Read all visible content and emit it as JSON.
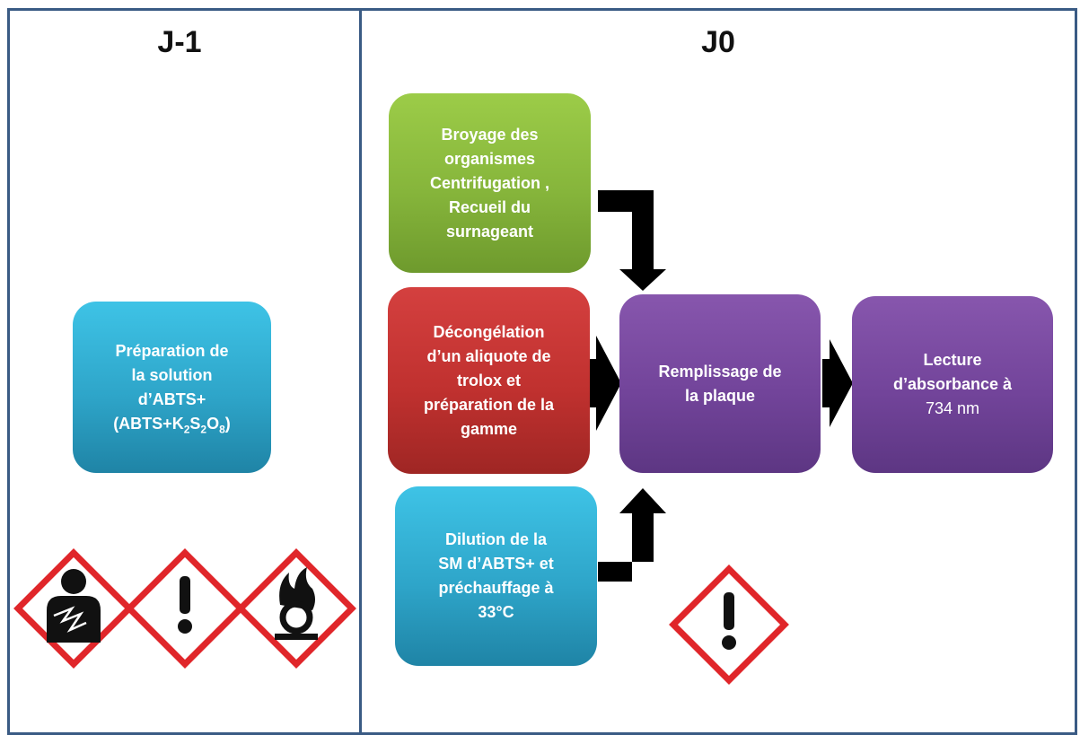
{
  "columns": {
    "left_title": "J-1",
    "right_title": "J0"
  },
  "boxes": {
    "prep_solution": {
      "line1": "Préparation de",
      "line2": "la solution",
      "line3": "d’ABTS+",
      "line4_main": "(ABTS+K",
      "sub1": "2",
      "mid": "S",
      "sub2": "2",
      "mid2": "O",
      "sub3": "8",
      "end": ")"
    },
    "broyage": {
      "line1": "Broyage des",
      "line2": "organismes",
      "line3": "Centrifugation ,",
      "line4": "Recueil du",
      "line5": "surnageant"
    },
    "decongelation": {
      "line1": "Décongélation",
      "line2": "d’un aliquote de",
      "line3": "trolox et",
      "line4": "préparation de la",
      "line5": "gamme"
    },
    "dilution": {
      "line1": "Dilution de la",
      "line2": "SM d’ABTS+ et",
      "line3": "préchauffage à",
      "line4": "33°C"
    },
    "remplissage": {
      "line1": "Remplissage de",
      "line2": "la plaque"
    },
    "lecture": {
      "line1": "Lecture",
      "line2": "d’absorbance à",
      "line3": "734 nm"
    }
  },
  "icons": {
    "left": [
      "health-hazard-icon",
      "exclamation-hazard-icon",
      "oxidizer-flame-icon"
    ],
    "right": [
      "exclamation-hazard-icon"
    ]
  },
  "colors": {
    "panel_border": "#3a5b84",
    "hazard_red": "#e0262a",
    "blue": "#2ea5c9",
    "green": "#86b53b",
    "red": "#c0312f",
    "purple": "#72449a"
  }
}
